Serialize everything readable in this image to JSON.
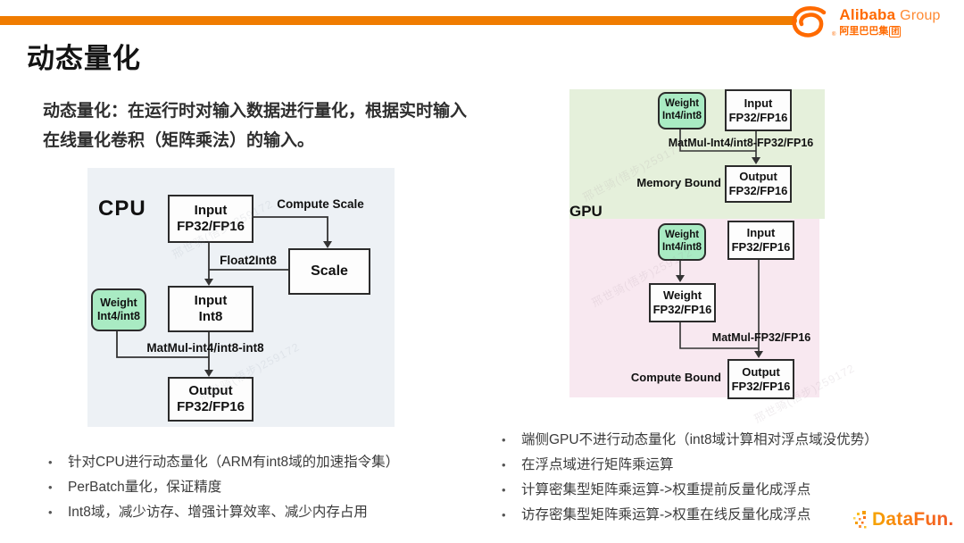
{
  "header": {
    "title": "动态量化",
    "alibaba": {
      "name": "Alibaba",
      "suffix": "Group",
      "cn": "阿里巴巴集",
      "cn_boxed": "团",
      "reg": "®"
    }
  },
  "intro": {
    "line1": "动态量化：在运行时对输入数据进行量化，根据实时输入",
    "line2": "在线量化卷积（矩阵乘法）的输入。"
  },
  "cpu": {
    "label": "CPU",
    "input_fp": {
      "l1": "Input",
      "l2": "FP32/FP16"
    },
    "compute_scale": "Compute Scale",
    "scale": "Scale",
    "float2int8": "Float2Int8",
    "input_int8": {
      "l1": "Input",
      "l2": "Int8"
    },
    "weight": {
      "l1": "Weight",
      "l2": "Int4/int8"
    },
    "matmul": "MatMul-int4/int8-int8",
    "output": {
      "l1": "Output",
      "l2": "FP32/FP16"
    }
  },
  "gpu": {
    "label": "GPU",
    "memory": {
      "weight": {
        "l1": "Weight",
        "l2": "Int4/int8"
      },
      "input": {
        "l1": "Input",
        "l2": "FP32/FP16"
      },
      "matmul": "MatMul-Int4/int8-FP32/FP16",
      "bound": "Memory Bound",
      "output": {
        "l1": "Output",
        "l2": "FP32/FP16"
      }
    },
    "compute": {
      "weight": {
        "l1": "Weight",
        "l2": "Int4/int8"
      },
      "input": {
        "l1": "Input",
        "l2": "FP32/FP16"
      },
      "weight_fp": {
        "l1": "Weight",
        "l2": "FP32/FP16"
      },
      "matmul": "MatMul-FP32/FP16",
      "bound": "Compute Bound",
      "output": {
        "l1": "Output",
        "l2": "FP32/FP16"
      }
    }
  },
  "bullets_left": [
    "针对CPU进行动态量化（ARM有int8域的加速指令集）",
    "PerBatch量化，保证精度",
    "Int8域，减少访存、增强计算效率、减少内存占用"
  ],
  "bullets_right": [
    "端侧GPU不进行动态量化（int8域计算相对浮点域没优势）",
    "在浮点域进行矩阵乘运算",
    "计算密集型矩阵乘运算->权重提前反量化成浮点",
    "访存密集型矩阵乘运算->权重在线反量化成浮点"
  ],
  "watermark": "邢世骑(悟步)259172",
  "footer": {
    "brand": "DataFun."
  },
  "colors": {
    "accent_orange": "#FF6A00",
    "bar_orange": "#F07C00",
    "cpu_bg": "#EDF1F5",
    "gpu_memory_bg": "#E5F0DB",
    "gpu_compute_bg": "#F8E8F0",
    "weight_box": "#A9EBC3"
  }
}
